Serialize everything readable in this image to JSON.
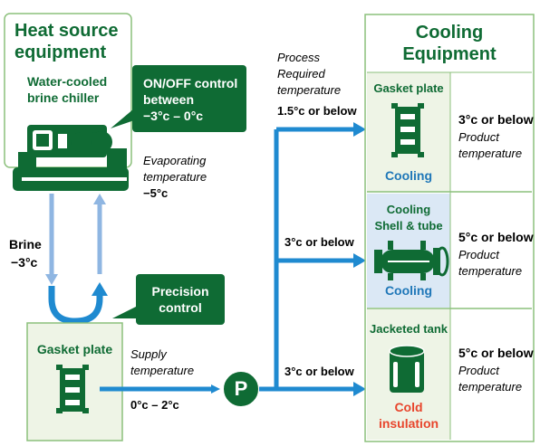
{
  "colors": {
    "green": "#0f6b34",
    "green_light_bg": "#eef4e6",
    "green_border": "#8cc07c",
    "flow_blue": "#1f8ad0",
    "return_blue": "#8fb6e2",
    "panel_blue": "#dbe8f5",
    "cold_red": "#e8452c"
  },
  "heat_source": {
    "title_line1": "Heat source",
    "title_line2": "equipment",
    "chiller_line1": "Water-cooled",
    "chiller_line2": "brine chiller",
    "chiller_icon": "chiller-icon"
  },
  "callout_onoff": {
    "line1": "ON/OFF control",
    "line2": "between",
    "line3": "−3°c – 0°c"
  },
  "evaporating": {
    "line1": "Evaporating",
    "line2": "temperature",
    "value": "−5°c"
  },
  "brine": {
    "label": "Brine",
    "value": "−3°c"
  },
  "callout_precision": {
    "line1": "Precision",
    "line2": "control"
  },
  "gasket_hx": {
    "label": "Gasket plate",
    "icon": "plate-heat-exchanger-icon"
  },
  "supply": {
    "line1": "Supply",
    "line2": "temperature",
    "value": "0°c – 2°c"
  },
  "pump": {
    "label": "P",
    "icon": "pump-icon"
  },
  "process": {
    "line1": "Process",
    "line2": "Required",
    "line3": "temperature",
    "value": "1.5°c or below"
  },
  "branch_temps": [
    "3°c or below",
    "3°c or below"
  ],
  "cooling": {
    "title_line1": "Cooling",
    "title_line2": "Equipment",
    "items": [
      {
        "name_line1": "Gasket plate",
        "name_line2": "",
        "status": "Cooling",
        "status_line2": "",
        "temp": "3°c or below",
        "temp_line2": "Product",
        "temp_line3": "temperature",
        "icon": "plate-heat-exchanger-icon"
      },
      {
        "name_line1": "Cooling",
        "name_line2": "Shell & tube",
        "status": "Cooling",
        "status_line2": "",
        "temp": "5°c or below",
        "temp_line2": "Product",
        "temp_line3": "temperature",
        "icon": "shell-and-tube-icon"
      },
      {
        "name_line1": "Jacketed tank",
        "name_line2": "",
        "status": "Cold",
        "status_line2": "insulation",
        "temp": "5°c or below",
        "temp_line2": "Product",
        "temp_line3": "temperature",
        "icon": "jacketed-tank-icon"
      }
    ]
  }
}
